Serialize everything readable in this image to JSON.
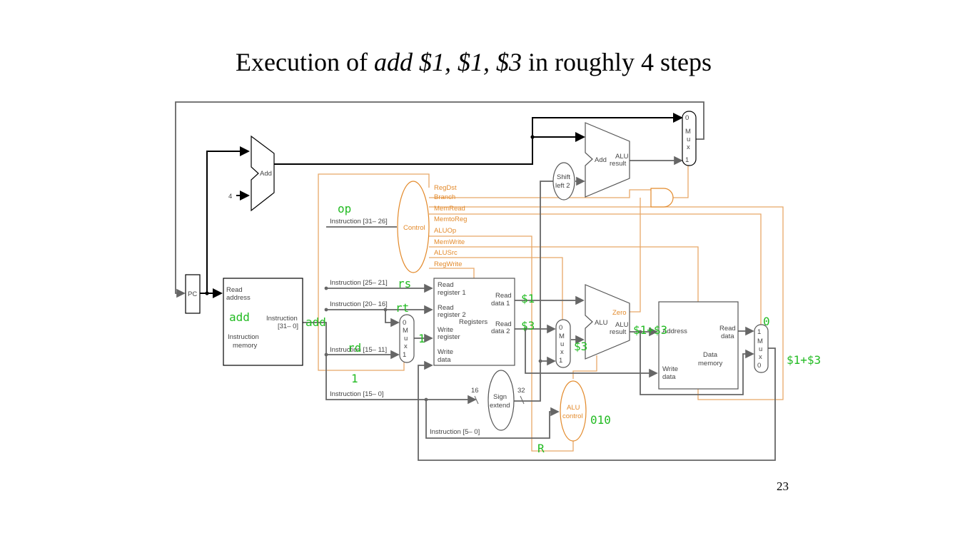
{
  "slide": {
    "title_prefix": "Execution of ",
    "title_italic": "add $1, $1, $3",
    "title_suffix": " in roughly 4 steps",
    "page_number": "23"
  },
  "datapath": {
    "blocks": {
      "pc": "PC",
      "add_pc": "Add",
      "const_four": "4",
      "instr_mem_read_address": [
        "Read",
        "address"
      ],
      "instr_mem_instruction": [
        "Instruction",
        "[31– 0]"
      ],
      "instr_mem_name": [
        "Instruction",
        "memory"
      ],
      "control": "Control",
      "shift_left2": [
        "Shift",
        "left 2"
      ],
      "add_branch": "Add",
      "add_branch_result": [
        "ALU",
        "result"
      ],
      "registers": "Registers",
      "reg_read_register1": [
        "Read",
        "register 1"
      ],
      "reg_read_register2": [
        "Read",
        "register 2"
      ],
      "reg_write_register": [
        "Write",
        "register"
      ],
      "reg_write_data": [
        "Write",
        "data"
      ],
      "reg_read_data1": [
        "Read",
        "data 1"
      ],
      "reg_read_data2": [
        "Read",
        "data 2"
      ],
      "sign_extend": [
        "Sign",
        "extend"
      ],
      "sign_in_width": "16",
      "sign_out_width": "32",
      "alu": "ALU",
      "alu_zero": "Zero",
      "alu_result": [
        "ALU",
        "result"
      ],
      "alu_control": [
        "ALU",
        "control"
      ],
      "data_mem_address": "Address",
      "data_mem_read_data": [
        "Read",
        "data"
      ],
      "data_mem_write_data": [
        "Write",
        "data"
      ],
      "data_mem_name": [
        "Data",
        "memory"
      ],
      "mux_letters": [
        "M",
        "u",
        "x"
      ]
    },
    "control_signals": [
      "RegDst",
      "Branch",
      "MemRead",
      "MemtoReg",
      "ALUOp",
      "MemWrite",
      "ALUSrc",
      "RegWrite"
    ],
    "instruction_fields": [
      "Instruction [31– 26]",
      "Instruction [25– 21]",
      "Instruction [20– 16]",
      "Instruction [15– 11]",
      "Instruction [15– 0]",
      "Instruction [5– 0]"
    ],
    "mux_inputs": {
      "pc_mux": [
        "0",
        "1"
      ],
      "regdst_mux": [
        "0",
        "1"
      ],
      "alusrc_mux": [
        "0",
        "1"
      ],
      "memtoreg_mux": [
        "1",
        "0"
      ]
    }
  },
  "annotations": {
    "op": "op",
    "rs": "rs",
    "rt": "rt",
    "rd": "rd",
    "add_mem": "add",
    "add_instr": "add",
    "regdst_value": "1",
    "regdst_value2": "1",
    "read_data1": "$1",
    "read_data2": "$3",
    "alusrc_out": "$3",
    "alu_result": "$1+$3",
    "memtoreg_value": "0",
    "writeback": "$1+$3",
    "alu_control_code": "010",
    "aluop_type": "R"
  },
  "colors": {
    "annotation": "#22bb22",
    "control_path": "#e38a2b",
    "datapath": "#666666",
    "active_path": "#000000"
  }
}
